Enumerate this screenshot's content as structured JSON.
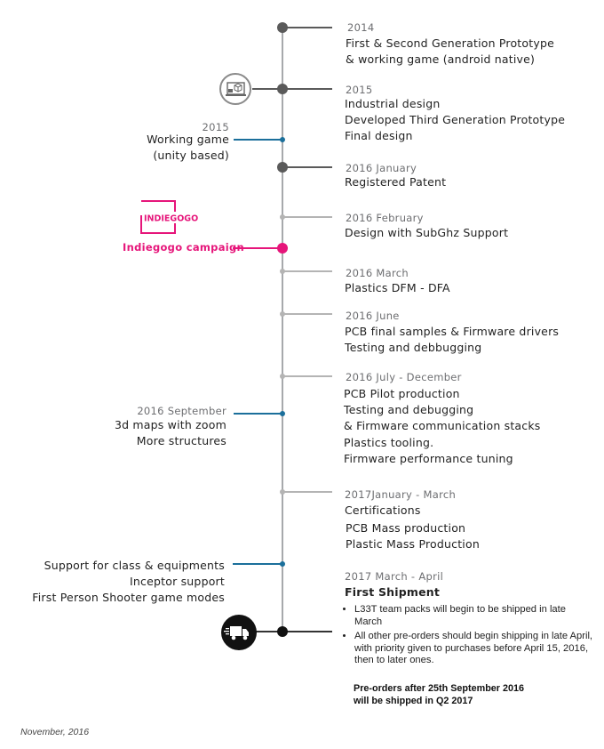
{
  "milestones": {
    "m2014": {
      "date": "2014",
      "lines": [
        "First  & Second Generation Prototype",
        "& working game (android native)"
      ]
    },
    "m2015": {
      "date": "2015",
      "lines": [
        "Industrial design",
        "Developed Third Generation Prototype",
        "Final design"
      ]
    },
    "m2016jan": {
      "date": "2016  January",
      "lines": [
        "Registered Patent"
      ]
    },
    "m2016feb": {
      "date": "2016  February",
      "lines": [
        "Design with SubGhz Support"
      ]
    },
    "m2016mar": {
      "date": "2016  March",
      "lines": [
        "Plastics DFM - DFA"
      ]
    },
    "m2016jun": {
      "date": "2016  June",
      "lines": [
        "PCB final samples & Firmware drivers",
        "Testing and debbugging"
      ]
    },
    "m2016jul": {
      "date": "2016  July - December",
      "lines": [
        "PCB Pilot production",
        "Testing and debugging",
        "& Firmware communication stacks",
        "Plastics tooling.",
        "Firmware performance tuning"
      ]
    },
    "m2017jan": {
      "date": "2017January - March",
      "lines": [
        "Certifications",
        "PCB Mass production",
        "Plastic Mass Production"
      ]
    },
    "m2017mar": {
      "date": "2017  March - April",
      "title": "First Shipment",
      "bullets": [
        "L33T team packs will begin to be shipped in late March",
        "All other pre-orders should begin shipping in late April, with priority given to purchases before April 15, 2016, then to later ones."
      ],
      "note": [
        "Pre-orders after 25th September 2016",
        "will be shipped in Q2 2017"
      ]
    }
  },
  "software": {
    "s2015": {
      "date": "2015",
      "lines": [
        "Working game",
        "(unity based)"
      ]
    },
    "sindiegogo": {
      "logo_text": "INDIEGOGO",
      "label": "Indiegogo campaign"
    },
    "s2016sep": {
      "date": "2016  September",
      "lines": [
        "3d maps with zoom",
        "More structures"
      ]
    },
    "s2017": {
      "lines": [
        "Support for class & equipments",
        "Inceptor support",
        "First Person Shooter game modes"
      ]
    }
  },
  "icons": {
    "device": "device-3d-icon",
    "truck": "delivery-truck-icon"
  },
  "colors": {
    "spine": "#a7a9ac",
    "major": "#5a5a5a",
    "minor": "#b4b4b4",
    "software": "#1b6f9b",
    "indiegogo": "#e6157a",
    "shipment": "#111111"
  },
  "footer": "November, 2016"
}
